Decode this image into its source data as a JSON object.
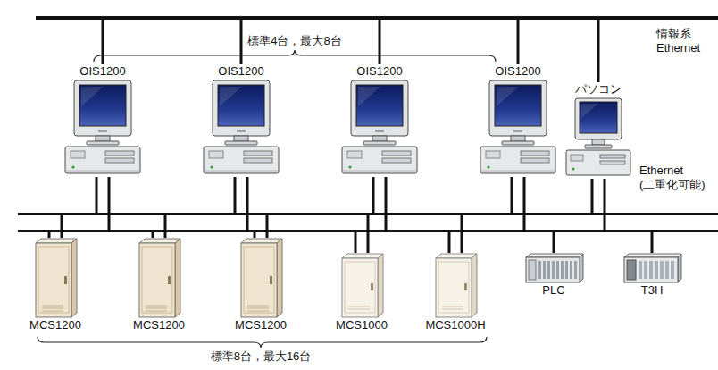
{
  "diagram": {
    "nodes": [
      {
        "text": [
          "情報系 Ethernet"
        ]
      },
      {
        "text": [
          "OIS1200"
        ]
      },
      {
        "text": [
          "OIS1200"
        ]
      },
      {
        "text": [
          "OIS1200"
        ]
      },
      {
        "text": [
          "OIS1200"
        ]
      },
      {
        "text": [
          "パソコン"
        ]
      },
      {
        "text": [
          "Ethernet (二重化可能)"
        ]
      },
      {
        "text": [
          "MCS1200"
        ]
      },
      {
        "text": [
          "MCS1200"
        ]
      },
      {
        "text": [
          "MCS1200"
        ]
      },
      {
        "text": [
          "MCS1000"
        ]
      },
      {
        "text": [
          "MCS1000H"
        ]
      },
      {
        "text": [
          "PLC"
        ]
      },
      {
        "text": [
          "T3H"
        ]
      }
    ],
    "edges": [
      {
        "from": 1,
        "to": 0,
        "arrow": "none"
      },
      {
        "from": 2,
        "to": 0,
        "arrow": "none"
      },
      {
        "from": 3,
        "to": 0,
        "arrow": "none"
      },
      {
        "from": 4,
        "to": 0,
        "arrow": "none"
      },
      {
        "from": 5,
        "to": 0,
        "arrow": "none"
      },
      {
        "from": 1,
        "to": 6,
        "arrow": "none"
      },
      {
        "from": 2,
        "to": 6,
        "arrow": "none"
      },
      {
        "from": 3,
        "to": 6,
        "arrow": "none"
      },
      {
        "from": 4,
        "to": 6,
        "arrow": "none"
      },
      {
        "from": 5,
        "to": 6,
        "arrow": "none"
      },
      {
        "from": 7,
        "to": 6,
        "arrow": "none"
      },
      {
        "from": 8,
        "to": 6,
        "arrow": "none"
      },
      {
        "from": 9,
        "to": 6,
        "arrow": "none"
      },
      {
        "from": 10,
        "to": 6,
        "arrow": "none"
      },
      {
        "from": 11,
        "to": 6,
        "arrow": "none"
      },
      {
        "from": 12,
        "to": 6,
        "arrow": "none"
      },
      {
        "from": 13,
        "to": 6,
        "arrow": "none"
      }
    ],
    "labels": [
      "標準4台，最大8台",
      "標準8台，最大16台"
    ]
  }
}
